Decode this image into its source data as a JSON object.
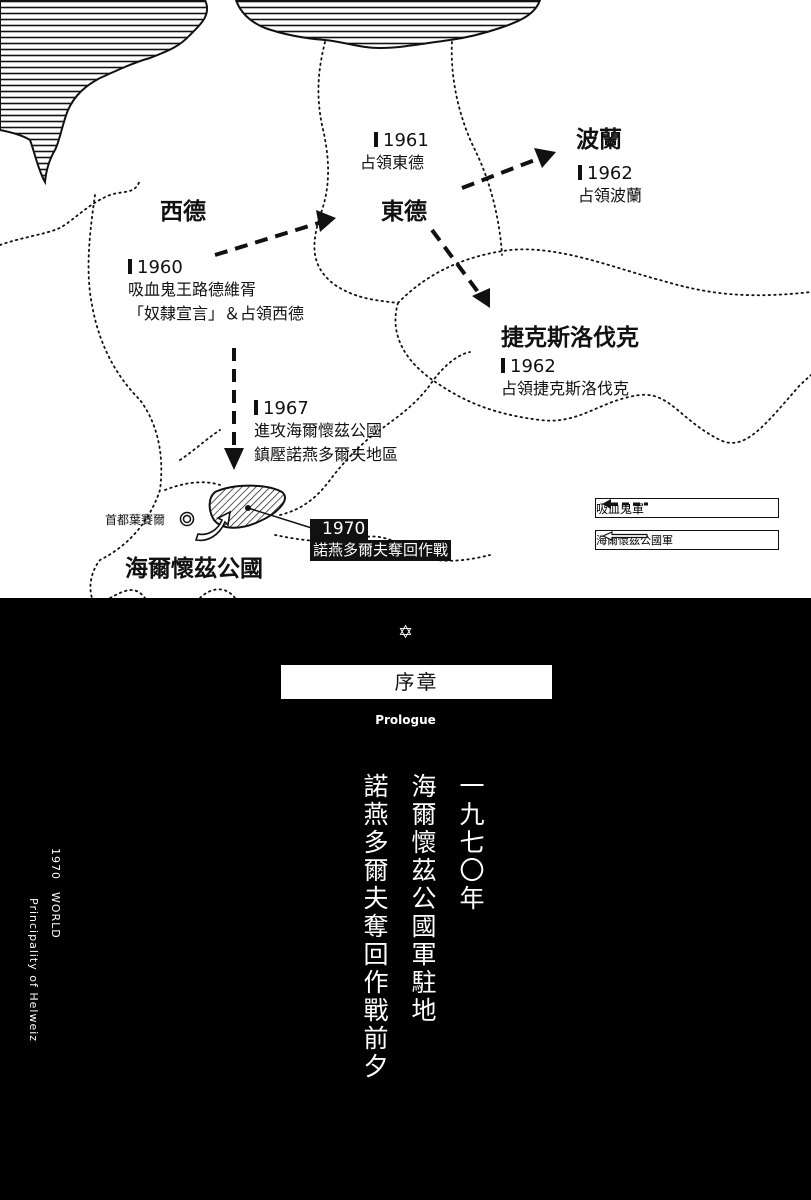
{
  "map": {
    "countries": {
      "west_germany": "西德",
      "east_germany": "東德",
      "poland": "波蘭",
      "czechoslovakia": "捷克斯洛伐克",
      "helweiz": "海爾懷茲公國"
    },
    "events": {
      "e1960": {
        "year": "1960",
        "line1": "吸血鬼王路德維胥",
        "line2": "「奴隸宣言」＆占領西德"
      },
      "e1961": {
        "year": "1961",
        "line1": "占領東德"
      },
      "e1962_poland": {
        "year": "1962",
        "line1": "占領波蘭"
      },
      "e1962_czech": {
        "year": "1962",
        "line1": "占領捷克斯洛伐克"
      },
      "e1967": {
        "year": "1967",
        "line1": "進攻海爾懷茲公國",
        "line2": "鎮壓諾燕多爾夫地區"
      },
      "e1970": {
        "year": "1970",
        "line1": "諾燕多爾夫奪回作戰"
      }
    },
    "capital": "首都葉賽爾",
    "legend": {
      "vampire": "吸血鬼軍",
      "helweiz": "海爾懷茲公國軍"
    }
  },
  "chapter": {
    "star": "✡",
    "title": "序章",
    "subtitle": "Prologue",
    "lines": [
      "一九七〇年",
      "海爾懷茲公國軍駐地",
      "諾燕多爾夫奪回作戰前夕"
    ],
    "side": [
      "1970　WORLD",
      "Principality of Helweiz"
    ]
  },
  "colors": {
    "ink": "#111111",
    "bg_dark": "#000000",
    "paper": "#ffffff"
  }
}
